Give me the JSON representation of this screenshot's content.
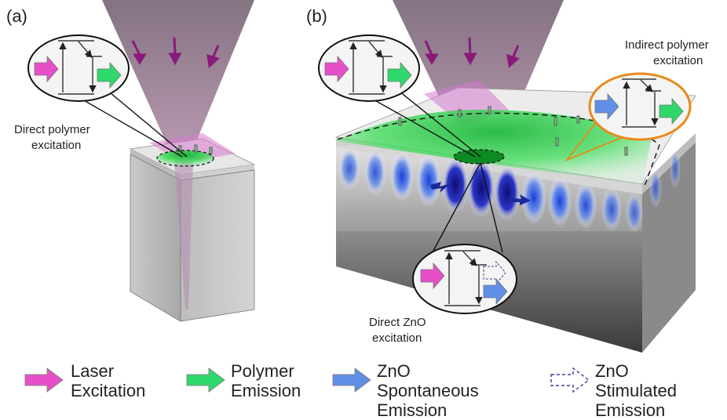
{
  "panel_labels": {
    "a": "(a)",
    "b": "(b)"
  },
  "annotations": {
    "direct_polymer": [
      "Direct polymer",
      "excitation"
    ],
    "indirect_polymer": [
      "Indirect polymer",
      "excitation"
    ],
    "direct_zno": [
      "Direct ZnO",
      "excitation"
    ]
  },
  "legend": [
    {
      "label": "Laser\nExcitation",
      "color": "#e64fc8",
      "style": "solid",
      "icon": "magenta-arrow-icon"
    },
    {
      "label": "Polymer\nEmission",
      "color": "#2fd86a",
      "style": "solid",
      "icon": "green-arrow-icon"
    },
    {
      "label": "ZnO Spontaneous\nEmission",
      "color": "#5f8fe6",
      "style": "solid",
      "icon": "blue-arrow-icon"
    },
    {
      "label": "ZnO Stimulated\nEmission",
      "color": "#3c3c9a",
      "style": "dashed",
      "icon": "dashed-arrow-icon"
    }
  ]
}
